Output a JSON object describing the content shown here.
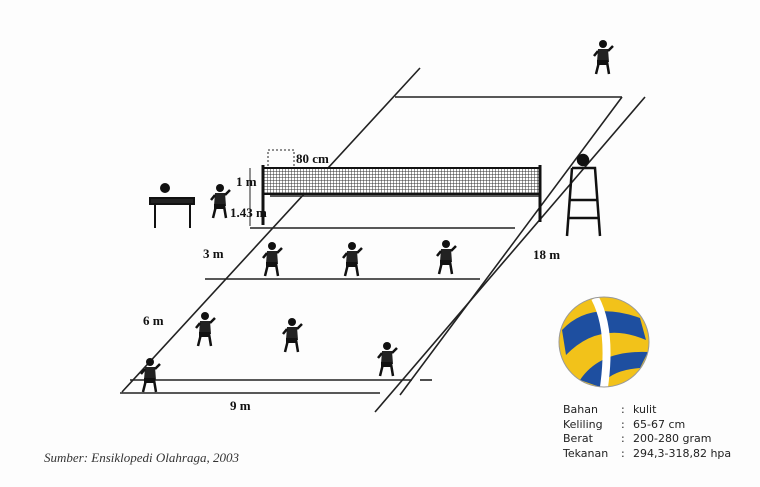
{
  "dimensions": {
    "net_width": "80 cm",
    "net_height": "1 m",
    "post_height": "1.43 m",
    "attack_zone": "3 m",
    "half_court": "6 m",
    "court_width": "9 m",
    "court_length": "18 m"
  },
  "ball_specs": [
    {
      "key": "Bahan",
      "value": "kulit"
    },
    {
      "key": "Keliling",
      "value": "65-67 cm"
    },
    {
      "key": "Berat",
      "value": "200-280 gram"
    },
    {
      "key": "Tekanan",
      "value": "294,3-318,82 hpa"
    }
  ],
  "source": "Sumber: Ensiklopedi Olahraga, 2003",
  "colors": {
    "ball_blue": "#1e4fa0",
    "ball_yellow": "#f2c21a"
  }
}
